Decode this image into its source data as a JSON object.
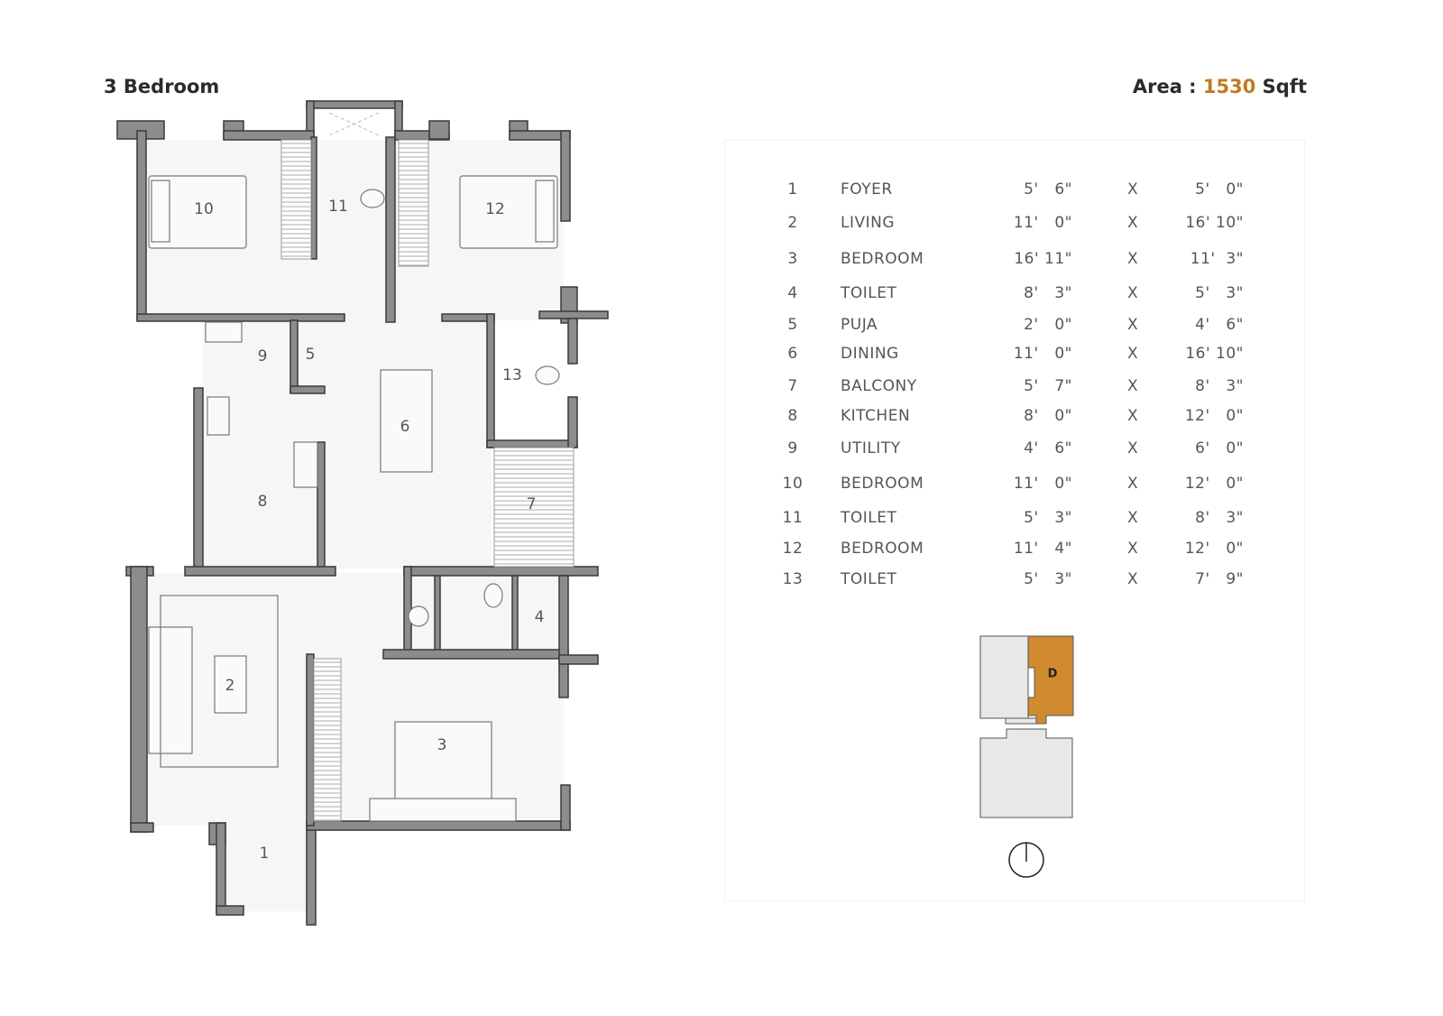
{
  "header": {
    "title": "3 Bedroom",
    "area_label": "Area :",
    "area_value": "1530",
    "area_unit": "Sqft"
  },
  "colors": {
    "accent": "#c27b1f",
    "unit_highlight": "#d08a30",
    "wall": "#8c8c8c"
  },
  "rooms": [
    {
      "num": "1",
      "name": "FOYER",
      "w": "5'   6\"",
      "x": "X",
      "h": "5'   0\""
    },
    {
      "num": "2",
      "name": "LIVING",
      "w": "11'   0\"",
      "x": "X",
      "h": "16' 10\""
    },
    {
      "num": "3",
      "name": "BEDROOM",
      "w": "16' 11\"",
      "x": "X",
      "h": "11'  3\""
    },
    {
      "num": "4",
      "name": "TOILET",
      "w": "8'   3\"",
      "x": "X",
      "h": "5'   3\""
    },
    {
      "num": "5",
      "name": "PUJA",
      "w": "2'   0\"",
      "x": "X",
      "h": "4'   6\""
    },
    {
      "num": "6",
      "name": "DINING",
      "w": "11'   0\"",
      "x": "X",
      "h": "16' 10\""
    },
    {
      "num": "7",
      "name": "BALCONY",
      "w": "5'   7\"",
      "x": "X",
      "h": "8'   3\""
    },
    {
      "num": "8",
      "name": "KITCHEN",
      "w": "8'   0\"",
      "x": "X",
      "h": "12'   0\""
    },
    {
      "num": "9",
      "name": "UTILITY",
      "w": "4'   6\"",
      "x": "X",
      "h": "6'   0\""
    },
    {
      "num": "10",
      "name": "BEDROOM",
      "w": "11'   0\"",
      "x": "X",
      "h": "12'   0\""
    },
    {
      "num": "11",
      "name": "TOILET",
      "w": "5'   3\"",
      "x": "X",
      "h": "8'   3\""
    },
    {
      "num": "12",
      "name": "BEDROOM",
      "w": "11'   4\"",
      "x": "X",
      "h": "12'   0\""
    },
    {
      "num": "13",
      "name": "TOILET",
      "w": "5'   3\"",
      "x": "X",
      "h": "7'   9\""
    }
  ],
  "key_plan": {
    "unit_label": "D"
  }
}
